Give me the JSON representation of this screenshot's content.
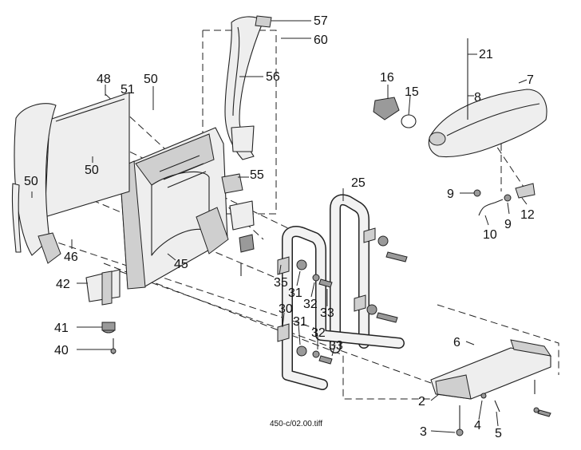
{
  "diagram": {
    "file_label": "450-c/02.00.tiff",
    "part_numbers": [
      "57",
      "60",
      "21",
      "7",
      "16",
      "15",
      "8",
      "48",
      "51",
      "50",
      "56",
      "50",
      "50",
      "55",
      "25",
      "9",
      "12",
      "9",
      "10",
      "46",
      "45",
      "42",
      "35",
      "31",
      "32",
      "33",
      "30",
      "31",
      "32",
      "33",
      "41",
      "6",
      "40",
      "2",
      "4",
      "3",
      "5"
    ]
  }
}
